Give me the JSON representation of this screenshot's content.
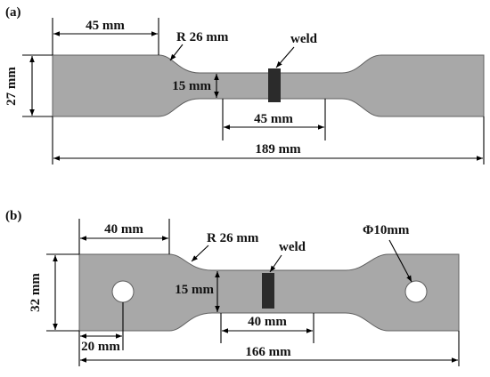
{
  "colors": {
    "specimen_fill": "#a8a8a8",
    "specimen_outline": "#606060",
    "weld_fill": "#2b2b2b",
    "line": "#000000",
    "text": "#111111",
    "hole_fill": "#ffffff"
  },
  "panel_a": {
    "label": "(a)",
    "grip_length": "45 mm",
    "radius": "R 26 mm",
    "weld": "weld",
    "width": "27 mm",
    "gauge_width": "15 mm",
    "gauge_length": "45 mm",
    "total_length": "189 mm"
  },
  "panel_b": {
    "label": "(b)",
    "grip_length": "40 mm",
    "radius": "R 26 mm",
    "weld": "weld",
    "hole_diameter": "Φ10mm",
    "width": "32 mm",
    "gauge_width": "15 mm",
    "gauge_length": "40 mm",
    "hole_offset": "20 mm",
    "total_length": "166 mm"
  }
}
